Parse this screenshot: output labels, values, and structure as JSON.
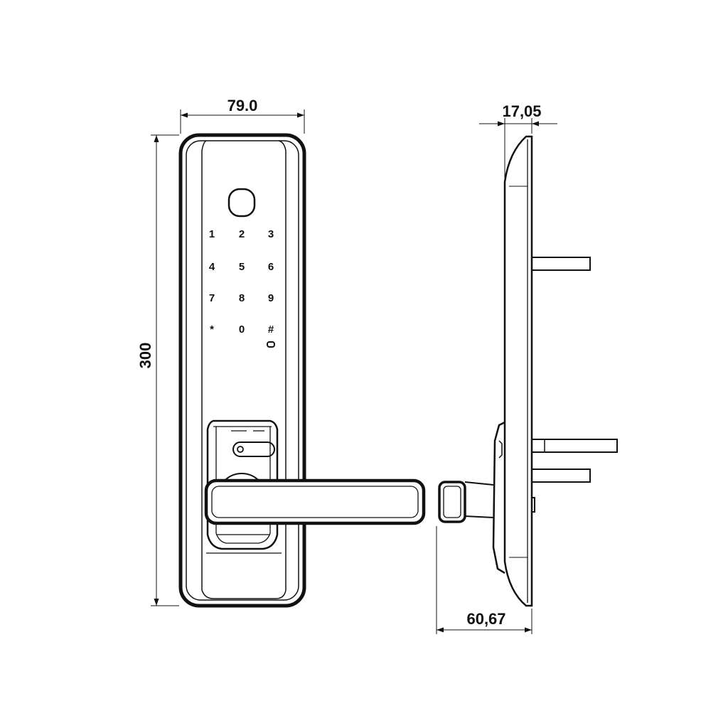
{
  "dimensions": {
    "width_front": "79.0",
    "height": "300",
    "side_thickness": "17,05",
    "side_depth": "60,67"
  },
  "keypad": {
    "keys": [
      "1",
      "2",
      "3",
      "4",
      "5",
      "6",
      "7",
      "8",
      "9",
      "*",
      "0",
      "#"
    ]
  },
  "colors": {
    "line": "#111111",
    "background": "#ffffff"
  }
}
